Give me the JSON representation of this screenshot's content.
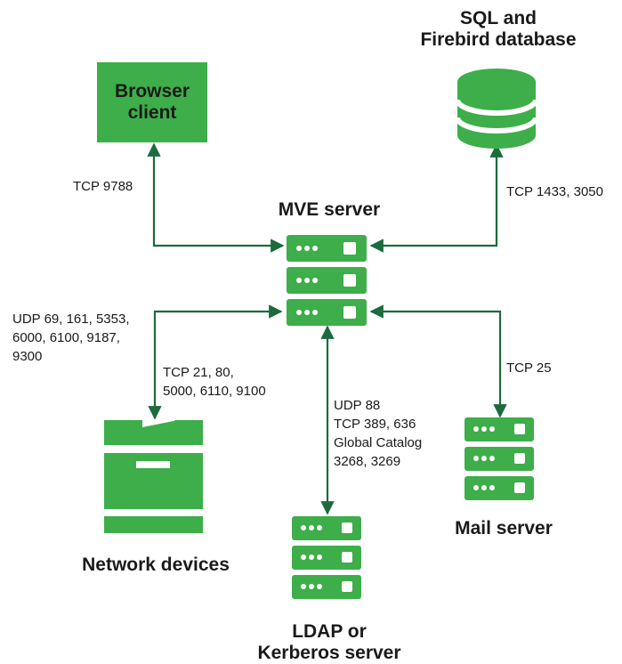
{
  "nodes": {
    "browser": {
      "label_lines": [
        "Browser",
        "client"
      ]
    },
    "database": {
      "title_lines": [
        "SQL and",
        "Firebird database"
      ]
    },
    "mve": {
      "title": "MVE server"
    },
    "network": {
      "title": "Network devices"
    },
    "ldap": {
      "title_lines": [
        "LDAP or",
        "Kerberos server"
      ]
    },
    "mail": {
      "title": "Mail server"
    }
  },
  "connections": {
    "browser": {
      "lines": [
        "TCP 9788"
      ]
    },
    "database": {
      "lines": [
        "TCP 1433, 3050"
      ]
    },
    "network_udp": {
      "lines": [
        "UDP 69, 161, 5353,",
        "6000, 6100, 9187,",
        "9300"
      ]
    },
    "network_tcp": {
      "lines": [
        "TCP 21, 80,",
        "5000, 6110, 9100"
      ]
    },
    "ldap": {
      "lines": [
        "UDP 88",
        "TCP 389, 636",
        "Global Catalog",
        "3268, 3269"
      ]
    },
    "mail": {
      "lines": [
        "TCP 25"
      ]
    }
  },
  "colors": {
    "accent": "#3dae49",
    "wire": "#1c6b3d",
    "text": "#1a1a1a"
  }
}
